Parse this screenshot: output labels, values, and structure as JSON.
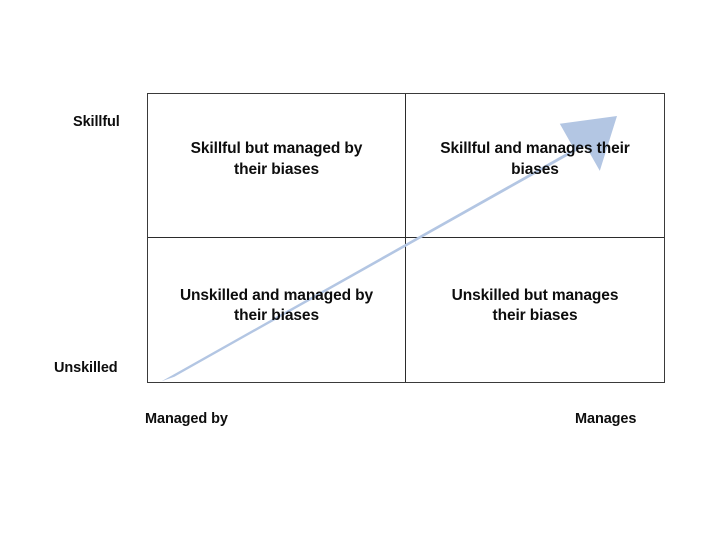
{
  "diagram": {
    "type": "2x2-matrix",
    "title": "",
    "arrow": {
      "name": "diagonal-growth-arrow",
      "color": "#b3c6e3",
      "direction": "bottom-left-to-top-right",
      "from": "Unskilled / Managed by",
      "to": "Skillful / Manages"
    },
    "axes": {
      "y": {
        "name": "skill-level",
        "top_label": "Skillful",
        "bottom_label": "Unskilled"
      },
      "x": {
        "name": "bias-control",
        "left_label": "Managed by",
        "right_label": "Manages"
      }
    },
    "quadrants": [
      {
        "position": "top-left",
        "key": "skillful-managed",
        "label": "Skillful but managed by\ntheir biases"
      },
      {
        "position": "top-right",
        "key": "skillful-manages",
        "label": "Skillful and manages their\nbiases"
      },
      {
        "position": "bottom-left",
        "key": "unskilled-managed",
        "label": "Unskilled and managed by\ntheir biases"
      },
      {
        "position": "bottom-right",
        "key": "unskilled-manages",
        "label": "Unskilled but manages\ntheir biases"
      }
    ],
    "colors": {
      "border": "#2b2b2b",
      "text": "#0d0d0d",
      "arrow_fill": "#b3c6e3",
      "background": "#ffffff"
    }
  }
}
